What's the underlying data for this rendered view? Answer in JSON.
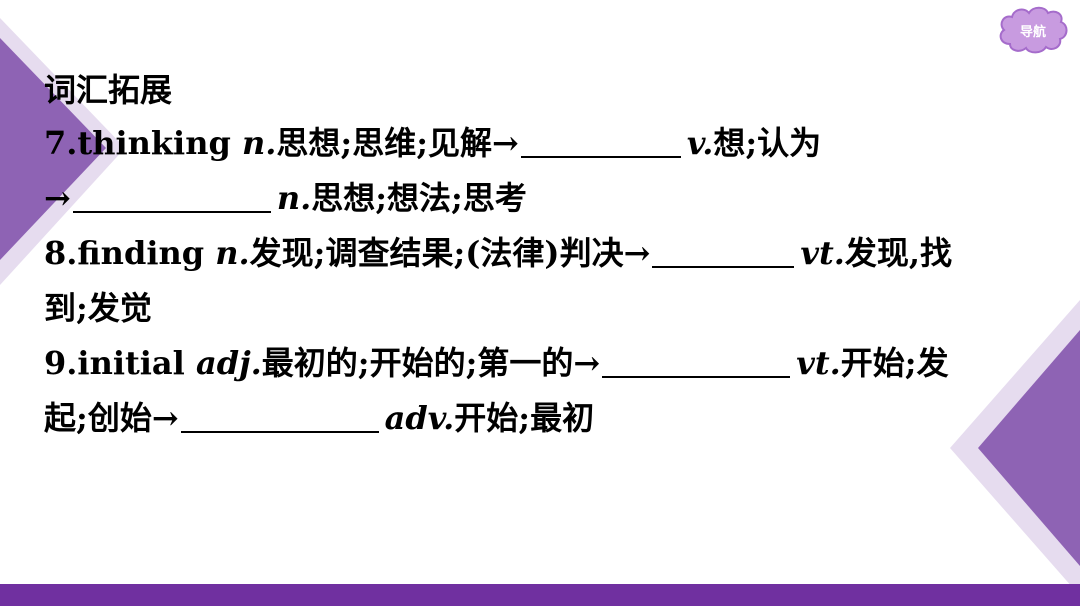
{
  "nav_button": {
    "label": "导航"
  },
  "section": {
    "heading": "词汇拓展"
  },
  "entries": {
    "e7": {
      "word": "7.thinking",
      "pos1": "n.",
      "meaning1": "思想;思维;见解→",
      "pos2": "v.",
      "meaning2": "想;认为",
      "arrow": "→",
      "pos3": "n.",
      "meaning3": "思想;想法;思考"
    },
    "e8": {
      "word": "8.finding",
      "pos1": "n.",
      "meaning1": "发现;调查结果;(法律)判决→",
      "pos2": "vt.",
      "meaning2": "发现,找",
      "meaning2_cont": "到;发觉"
    },
    "e9": {
      "word": "9.initial",
      "pos1": "adj.",
      "meaning1": "最初的;开始的;第一的→",
      "pos2": "vt.",
      "meaning2": "开始;发",
      "meaning2_cont": "起;创始→",
      "pos3": "adv.",
      "meaning3": "开始;最初"
    }
  },
  "colors": {
    "accent": "#7030a0",
    "triangle_dark": "#8e63b4",
    "triangle_light": "#e6dcef",
    "nav_fill": "#c89be0"
  }
}
